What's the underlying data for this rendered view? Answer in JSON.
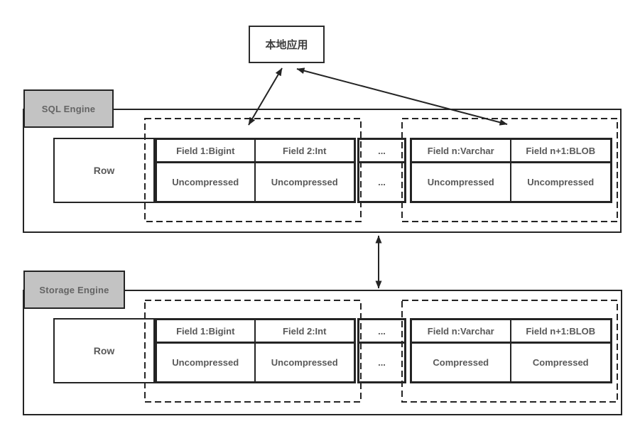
{
  "local_app": {
    "label": "本地应用"
  },
  "sql": {
    "engine_label": "SQL Engine",
    "row_label": "Row",
    "dots": "...",
    "fields": [
      {
        "name": "Field 1:Bigint",
        "state": "Uncompressed"
      },
      {
        "name": "Field 2:Int",
        "state": "Uncompressed"
      },
      {
        "name": "Field n:Varchar",
        "state": "Uncompressed"
      },
      {
        "name": "Field n+1:BLOB",
        "state": "Uncompressed"
      }
    ]
  },
  "storage": {
    "engine_label": "Storage Engine",
    "row_label": "Row",
    "dots": "...",
    "fields": [
      {
        "name": "Field 1:Bigint",
        "state": "Uncompressed"
      },
      {
        "name": "Field 2:Int",
        "state": "Uncompressed"
      },
      {
        "name": "Field n:Varchar",
        "state": "Compressed"
      },
      {
        "name": "Field n+1:BLOB",
        "state": "Compressed"
      }
    ]
  },
  "colors": {
    "border": "#242424",
    "label_fill": "#c3c3c3",
    "text_gray": "#595959"
  }
}
